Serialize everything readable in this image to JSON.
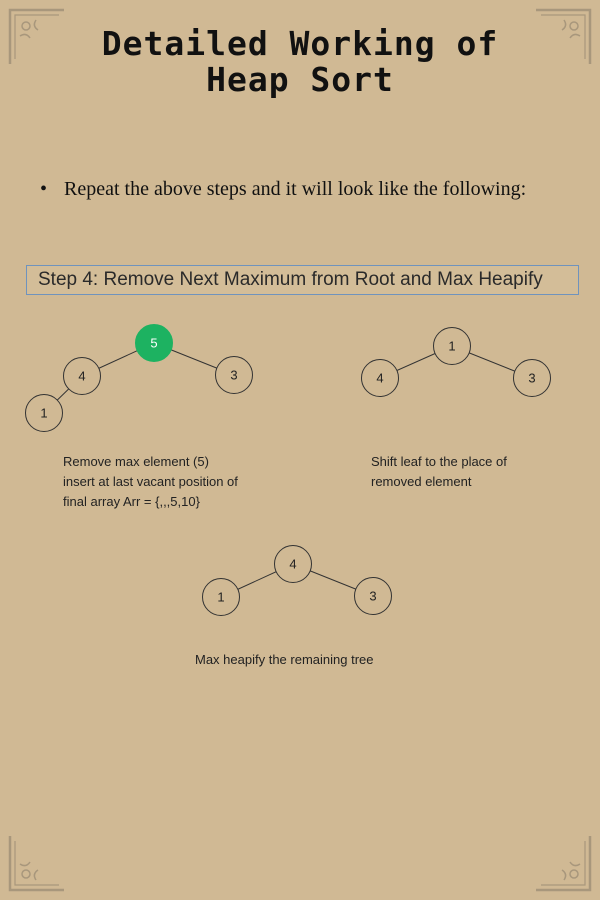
{
  "title": {
    "line1": "Detailed Working of",
    "line2": "Heap Sort"
  },
  "bullet": {
    "text": "Repeat the above steps and it will look like the following:"
  },
  "step": {
    "heading": "Step 4: Remove Next Maximum from Root and Max Heapify"
  },
  "trees": [
    {
      "nodes": [
        {
          "label": "5",
          "highlight": true
        },
        {
          "label": "4"
        },
        {
          "label": "3"
        },
        {
          "label": "1"
        }
      ],
      "caption": [
        "Remove max element (5)",
        "insert at last vacant position of",
        "final array Arr = {,,,5,10}"
      ]
    },
    {
      "nodes": [
        {
          "label": "1"
        },
        {
          "label": "4"
        },
        {
          "label": "3"
        }
      ],
      "caption": [
        "Shift leaf to the place of",
        "removed element"
      ]
    },
    {
      "nodes": [
        {
          "label": "4"
        },
        {
          "label": "1"
        },
        {
          "label": "3"
        }
      ],
      "caption": [
        "Max heapify the remaining tree"
      ]
    }
  ],
  "colors": {
    "background": "#d0b994",
    "highlight_node": "#1db261",
    "node_stroke": "#333333",
    "step_border": "#6f93bd"
  }
}
